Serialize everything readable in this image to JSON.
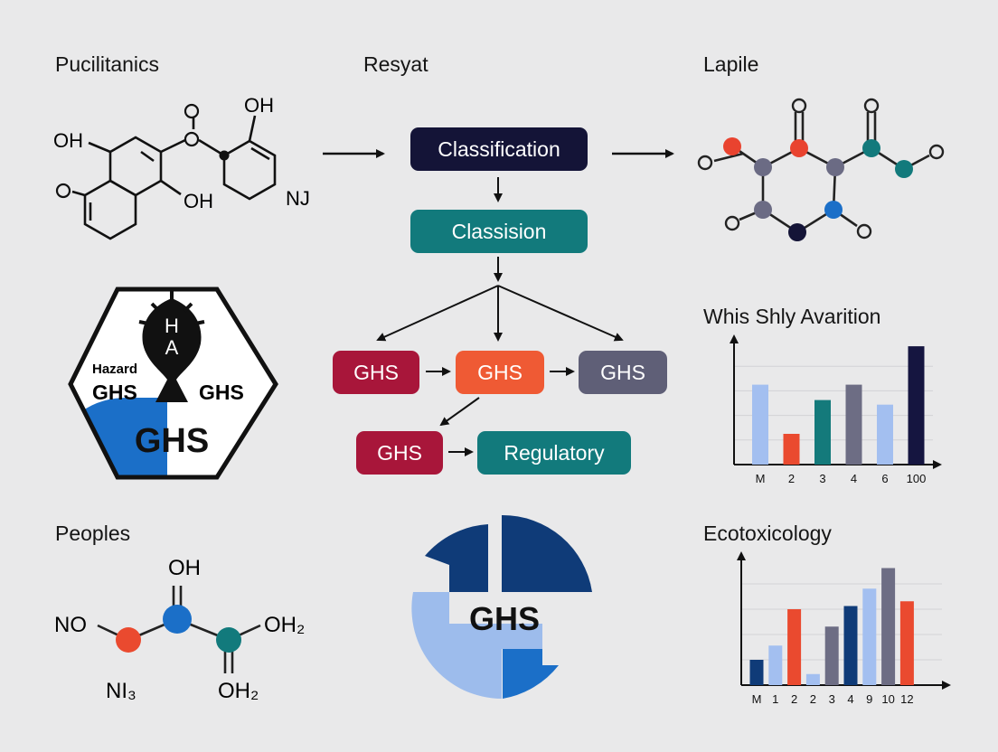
{
  "colors": {
    "navy": "#141437",
    "teal": "#127a7c",
    "crimson": "#a8163a",
    "orange": "#ef5a34",
    "slate": "#5f5f77",
    "blue": "#1b6fc8",
    "lightblue": "#9dbcec",
    "red": "#e9432f",
    "darknavy": "#0f3b78",
    "gray": "#707085"
  },
  "headers": {
    "top_left": "Pucilitanics",
    "top_center": "Resyat",
    "top_right": "Lapile",
    "bottom_left": "Peoples"
  },
  "molecule1": {
    "oh1": "OH",
    "oh2": "OH",
    "oh3": "OH",
    "o1": "O",
    "o2": "O",
    "nj": "NJ"
  },
  "flow": {
    "classification": "Classification",
    "classision": "Classision",
    "ghs1": "GHS",
    "ghs2": "GHS",
    "ghs3": "GHS",
    "ghs4": "GHS",
    "regulatory": "Regulatory"
  },
  "hazard_sign": {
    "top_letter": "H",
    "bottom_letter": "A",
    "hazard": "Hazard",
    "ghs_left": "GHS",
    "ghs_right": "GHS",
    "ghs_big": "GHS"
  },
  "molecule3": {
    "oh": "OH",
    "no": "NO",
    "oh2a": "OH₂",
    "ni3": "NI₃",
    "oh2b": "OH₂"
  },
  "pie_label": "GHS",
  "chart_data": [
    {
      "type": "bar",
      "title": "Whis Shly Avarition",
      "categories": [
        "M",
        "2",
        "3",
        "4",
        "6",
        "100"
      ],
      "values": [
        52,
        20,
        42,
        52,
        39,
        77
      ],
      "colors": [
        "#a3bff0",
        "#ea4a2f",
        "#147a7b",
        "#6d6d84",
        "#a3bff0",
        "#151540"
      ],
      "ylim": [
        0,
        80
      ],
      "grid": true
    },
    {
      "type": "bar",
      "title": "Ecotoxicology",
      "categories": [
        "M",
        "1",
        "2",
        "2",
        "3",
        "4",
        "9",
        "10",
        "12"
      ],
      "values": [
        16,
        25,
        48,
        7,
        37,
        50,
        61,
        74,
        53
      ],
      "colors": [
        "#0f3b78",
        "#a3bff0",
        "#ea4a2f",
        "#a3bff0",
        "#6d6d84",
        "#0f3b78",
        "#a3bff0",
        "#6d6d84",
        "#ea4a2f"
      ],
      "ylim": [
        0,
        80
      ],
      "grid": true
    }
  ]
}
